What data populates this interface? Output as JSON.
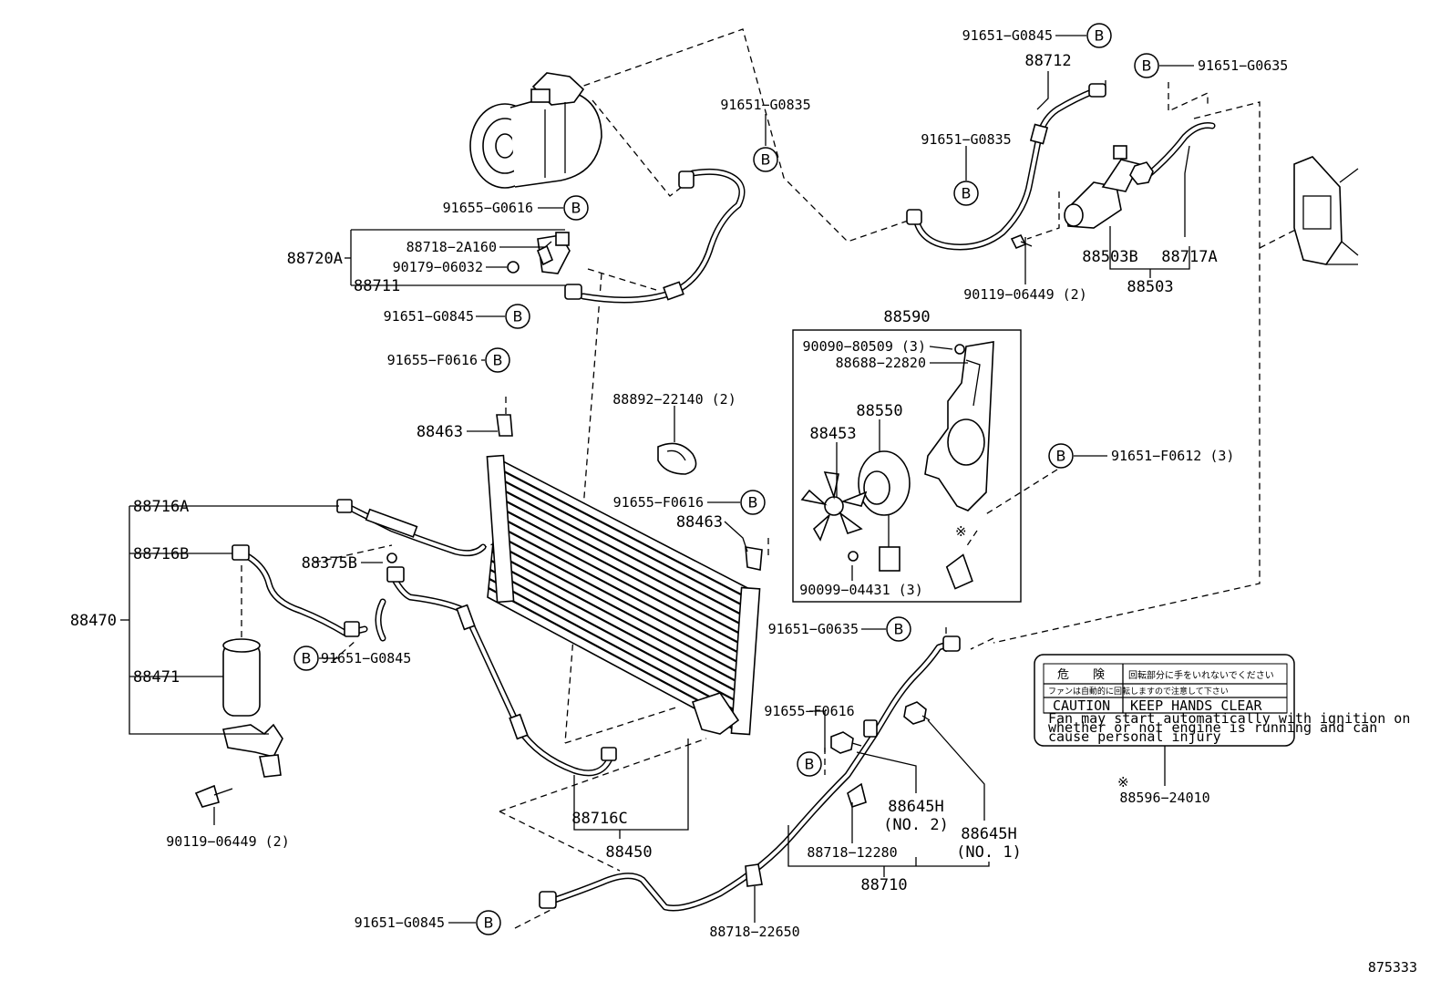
{
  "diagram_code": "875333",
  "labels": {
    "l_91651_G0845_top": "91651−G0845",
    "l_88712": "88712",
    "l_91651_G0635_top": "91651−G0635",
    "l_91651_G0835_a": "91651−G0835",
    "l_91651_G0835_b": "91651−G0835",
    "l_91655_G0616": "91655−G0616",
    "l_88718_2A160": "88718−2A160",
    "l_88720A": "88720A",
    "l_90179_06032": "90179−06032",
    "l_88711": "88711",
    "l_91651_G0845_mid": "91651−G0845",
    "l_88503B": "88503B",
    "l_88717A": "88717A",
    "l_88503": "88503",
    "l_90119_06449_top": "90119−06449 (2)",
    "l_91655_F0616_a": "91655−F0616",
    "l_88590": "88590",
    "l_90090_80509": "90090−80509 (3)",
    "l_88688_22820": "88688−22820",
    "l_88892_22140": "88892−22140 (2)",
    "l_88463_a": "88463",
    "l_88550": "88550",
    "l_88453": "88453",
    "l_91651_F0612": "91651−F0612 (3)",
    "l_88716A": "88716A",
    "l_91655_F0616_b": "91655−F0616",
    "l_88463_b": "88463",
    "l_88716B": "88716B",
    "l_88375B": "88375B",
    "l_90099_04431": "90099−04431 (3)",
    "l_88470": "88470",
    "l_91651_G0635_mid": "91651−G0635",
    "l_91651_G0845_low": "91651−G0845",
    "l_88471": "88471",
    "l_91655_F0616_c": "91655−F0616",
    "l_88645H_2": "88645H",
    "l_no2": "(NO. 2)",
    "l_88645H_1": "88645H",
    "l_no1": "(NO. 1)",
    "l_88716C": "88716C",
    "l_88450": "88450",
    "l_88718_12280": "88718−12280",
    "l_88710": "88710",
    "l_90119_06449_bot": "90119−06449 (2)",
    "l_91651_G0845_bot": "91651−G0845",
    "l_88718_22650": "88718−22650",
    "l_88596_24010": "88596−24010",
    "note_mark_a": "※",
    "note_mark_b": "※"
  },
  "callout_letter": "B",
  "warning_label": {
    "jp_word": "危　　険",
    "jp_line1": "回転部分に手をいれないでください",
    "jp_line2": "ファンは自動的に回転しますので注意して下さい",
    "caution": "CAUTION",
    "keep_hands": "KEEP HANDS CLEAR",
    "en_line1": "Fan may start automatically with ignition on",
    "en_line2": "whether or not engine is running and can",
    "en_line3": "cause personal injury"
  }
}
